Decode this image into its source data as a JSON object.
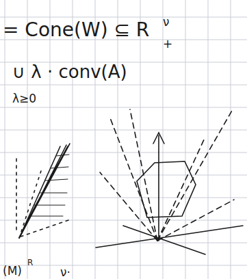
{
  "diagram": {
    "labels": [
      "= Cone(W) ⊆ R",
      "ν",
      "+",
      "∪ λ · conv(A)",
      "λ≥0",
      "(M)",
      "R",
      "ν·"
    ]
  }
}
